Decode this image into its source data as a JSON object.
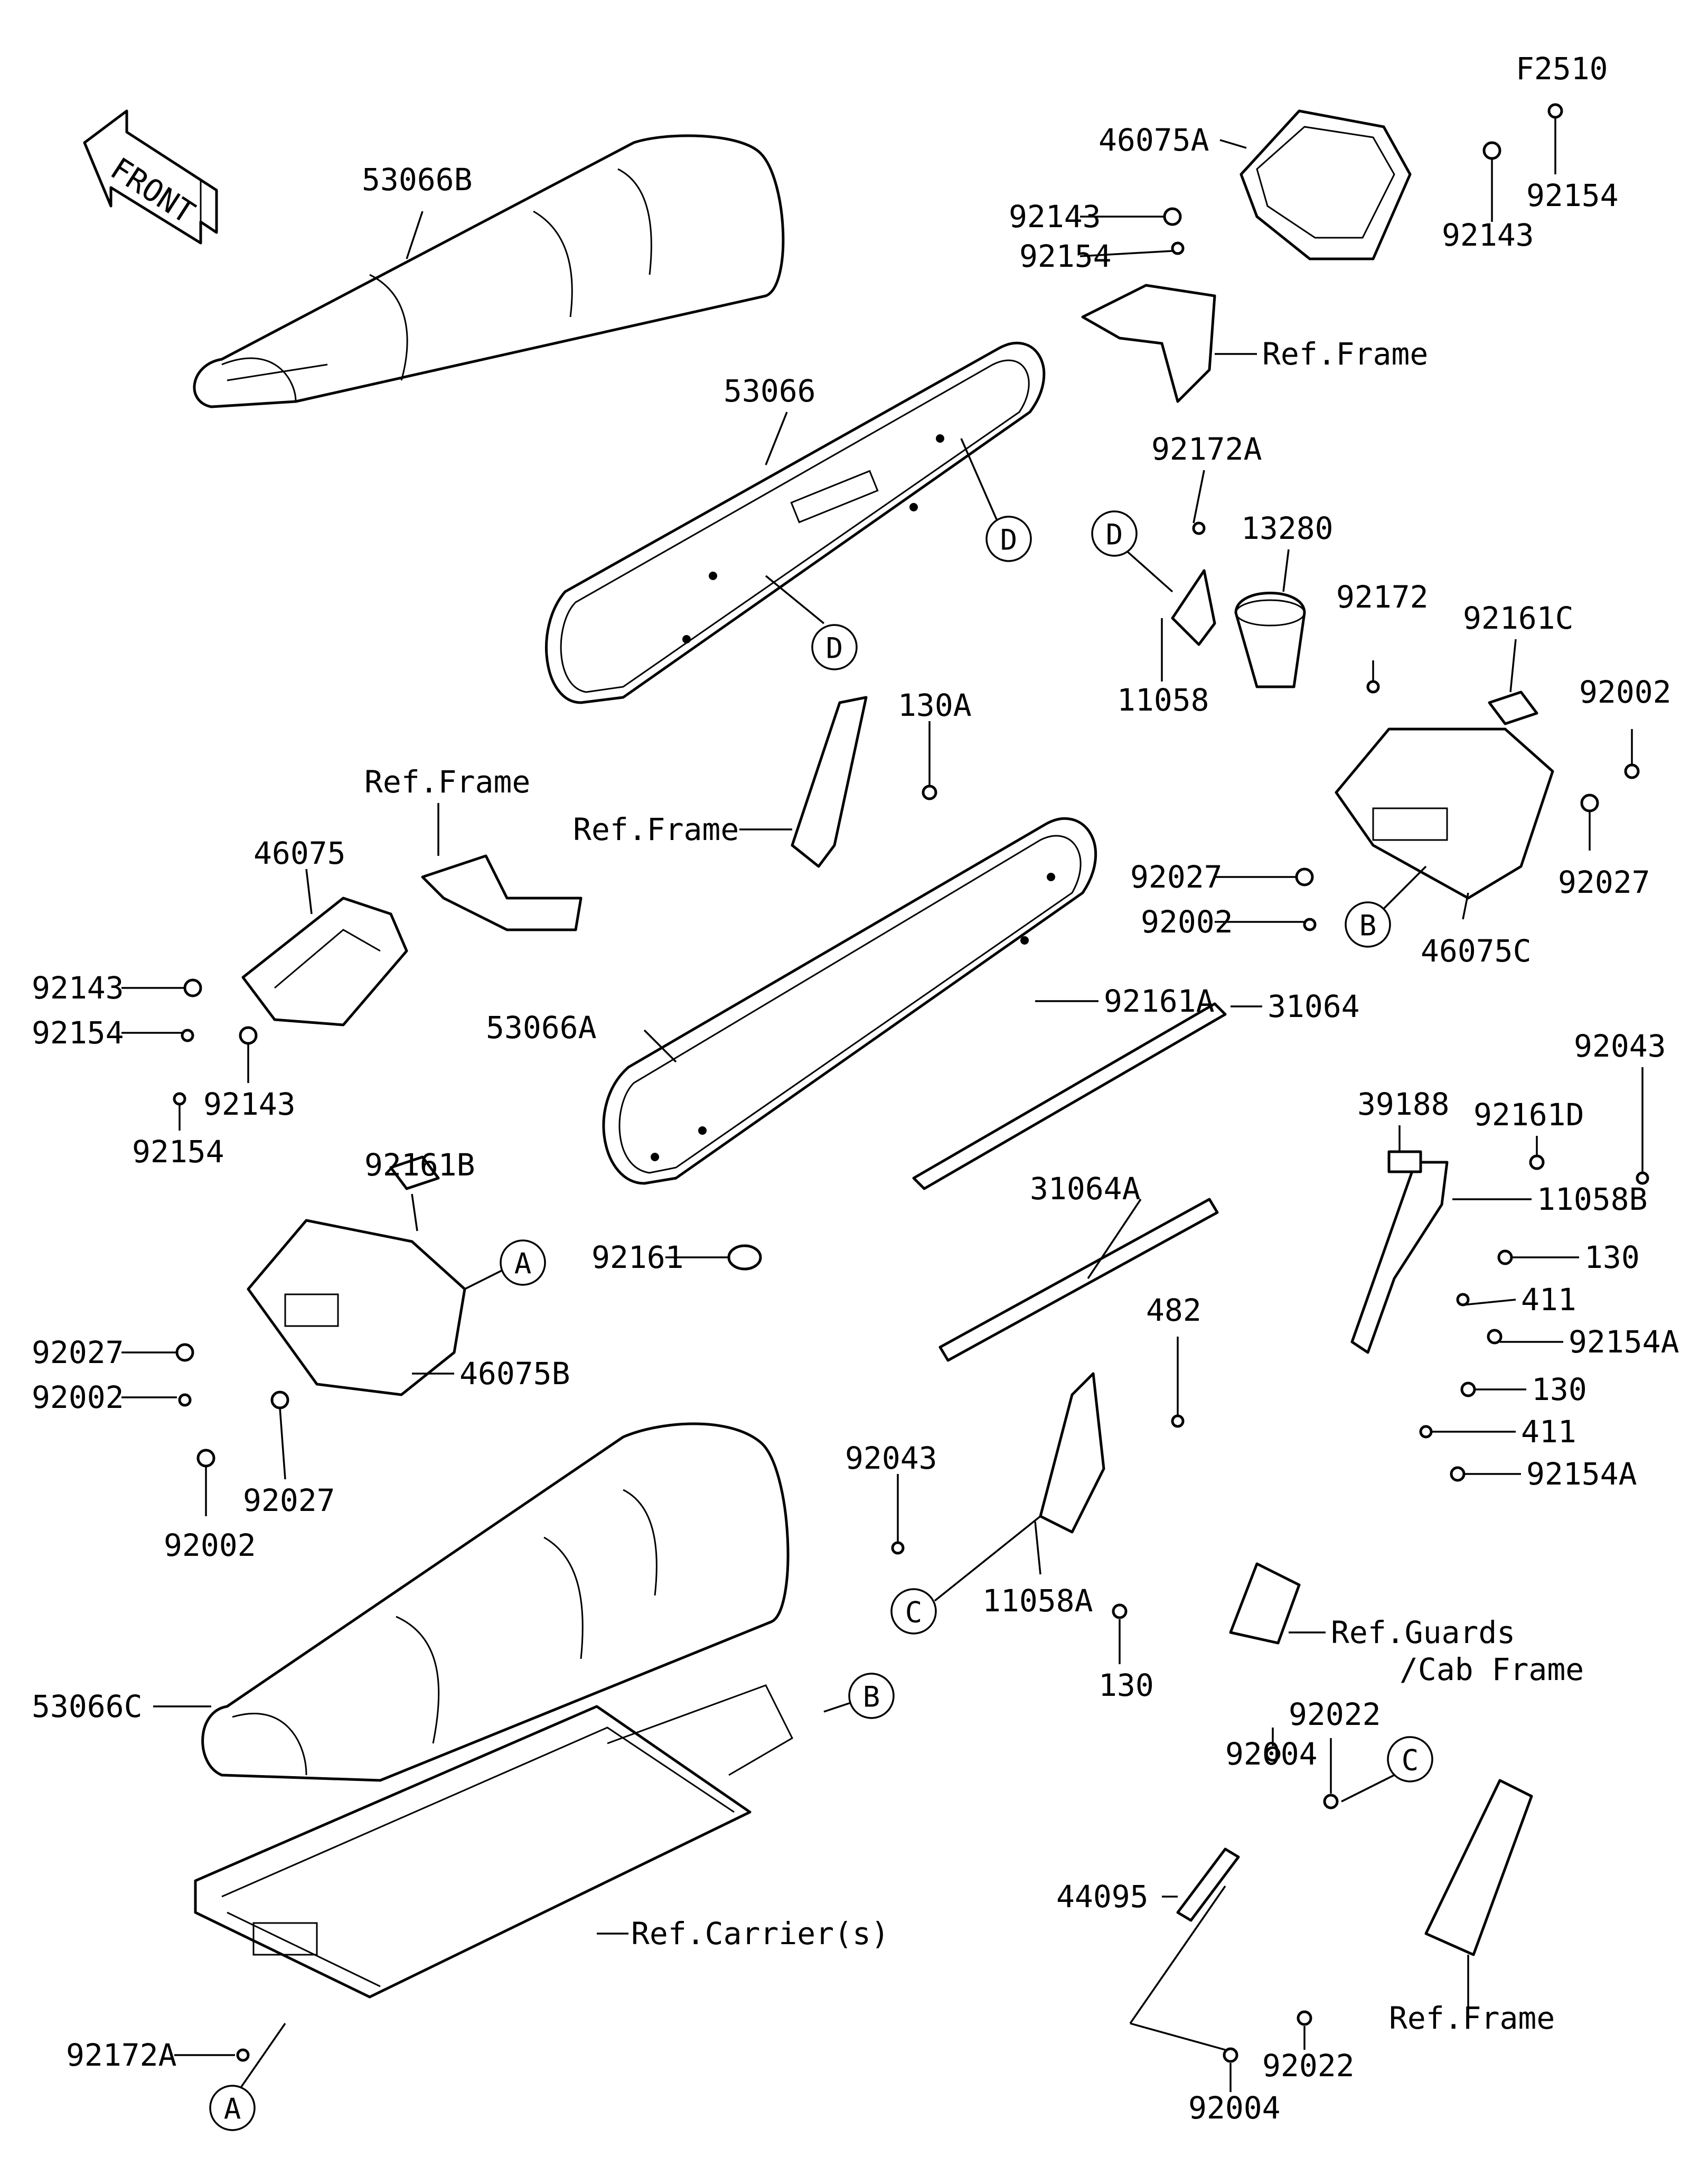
{
  "figure_code": "F2510",
  "front_label": "FRONT",
  "callout_letters": {
    "a": "A",
    "b": "B",
    "c": "C",
    "d": "D"
  },
  "parts": {
    "p53066B": "53066B",
    "p53066": "53066",
    "p53066A": "53066A",
    "p53066C": "53066C",
    "p46075A": "46075A",
    "p46075": "46075",
    "p46075B": "46075B",
    "p46075C": "46075C",
    "p92143": "92143",
    "p92154": "92154",
    "p92172A": "92172A",
    "p92172": "92172",
    "p13280": "13280",
    "p11058": "11058",
    "p11058A": "11058A",
    "p11058B": "11058B",
    "p92161": "92161",
    "p92161A": "92161A",
    "p92161B": "92161B",
    "p92161C": "92161C",
    "p92161D": "92161D",
    "p92002": "92002",
    "p92027": "92027",
    "p130A": "130A",
    "p130": "130",
    "p31064": "31064",
    "p31064A": "31064A",
    "p39188": "39188",
    "p92043": "92043",
    "p411": "411",
    "p92154A": "92154A",
    "p482": "482",
    "p92022": "92022",
    "p92004": "92004",
    "p44095": "44095"
  },
  "refs": {
    "frame": "Ref.Frame",
    "carriers": "Ref.Carrier(s)",
    "guards_line1": "Ref.Guards",
    "guards_line2": "/Cab Frame"
  }
}
